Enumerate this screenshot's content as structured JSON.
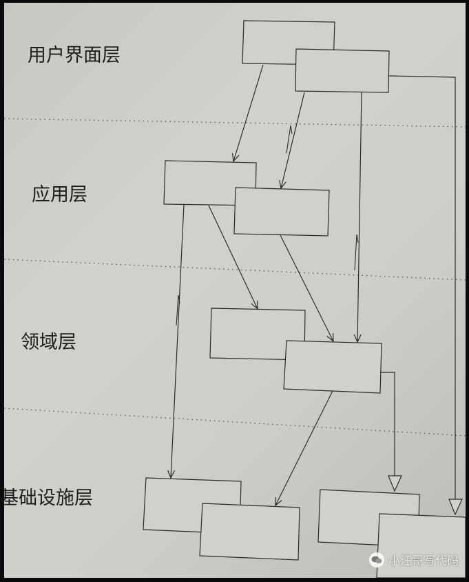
{
  "layers": [
    {
      "id": "ui",
      "label": "用户界面层"
    },
    {
      "id": "app",
      "label": "应用层"
    },
    {
      "id": "domain",
      "label": "领域层"
    },
    {
      "id": "infra",
      "label": "基础设施层"
    }
  ],
  "watermark": {
    "text": "小汪哥写代码",
    "icon": "wechat-icon"
  },
  "colors": {
    "paper": "#cfcdc7",
    "ink": "#2a2a2a",
    "frame": "#0a0a0a"
  }
}
